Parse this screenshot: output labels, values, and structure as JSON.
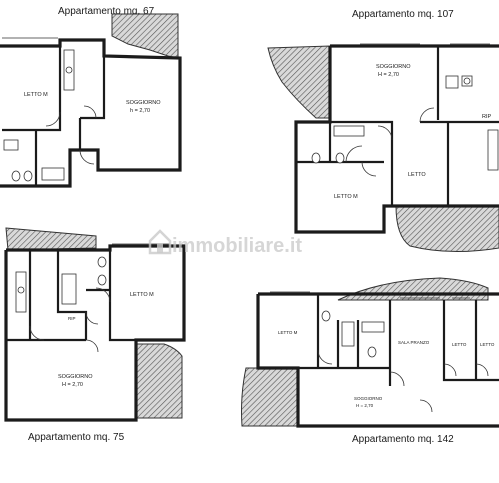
{
  "captions": {
    "plan_67": "Appartamento mq. 67",
    "plan_107": "Appartamento mq. 107",
    "plan_75": "Appartamento mq. 75",
    "plan_142": "Appartamento mq. 142"
  },
  "rooms": {
    "p67_letto": "LETTO M",
    "p67_soggiorno": "SOGGIORNO",
    "p67_soggiorno_h": "h = 2,70",
    "p107_soggiorno": "SOGGIORNO",
    "p107_soggiorno_h": "H = 2,70",
    "p107_rip": "RIP",
    "p107_letto": "LETTO",
    "p107_letto_m": "LETTO M",
    "p75_letto_m": "LETTO M",
    "p75_rip": "RIP",
    "p75_soggiorno": "SOGGIORNO",
    "p75_soggiorno_h": "H = 2,70",
    "p142_letto1": "LETTO M",
    "p142_sala_pranzo": "SALA PRANZO",
    "p142_letto2": "LETTO",
    "p142_letto3": "LETTO",
    "p142_soggiorno": "SOGGIORNO",
    "p142_soggiorno_h": "H = 2,70"
  },
  "watermark": "immobiliare.it",
  "icons": {
    "watermark": "house-logo-icon"
  }
}
